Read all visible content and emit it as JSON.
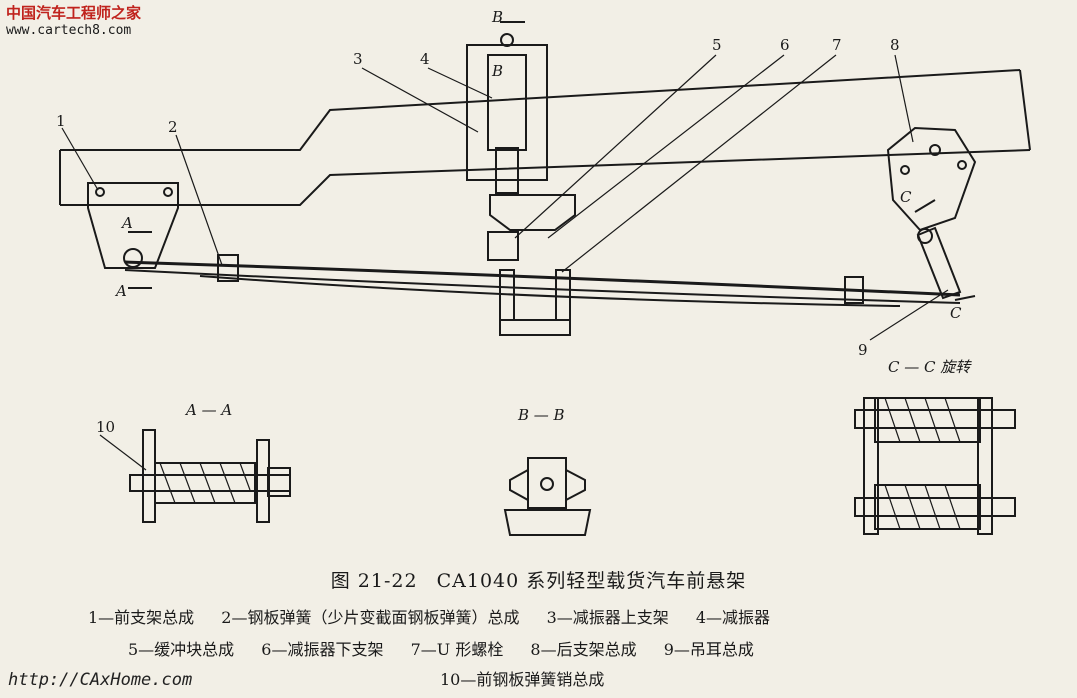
{
  "watermark": {
    "cn": "中国汽车工程师之家",
    "url": "www.cartech8.com",
    "bottom_url": "http://CAxHome.com"
  },
  "callouts": [
    "1",
    "2",
    "3",
    "4",
    "5",
    "6",
    "7",
    "8",
    "9",
    "10"
  ],
  "sections": {
    "aa": "A — A",
    "bb": "B — B",
    "cc": "C — C 旋转",
    "a": "A",
    "b": "B",
    "c": "C"
  },
  "figure": {
    "number": "图 21-22",
    "title": "CA1040 系列轻型载货汽车前悬架"
  },
  "legend": [
    [
      "1—前支架总成",
      "2—钢板弹簧（少片变截面钢板弹簧）总成",
      "3—减振器上支架",
      "4—减振器"
    ],
    [
      "5—缓冲块总成",
      "6—减振器下支架",
      "7—U 形螺栓",
      "8—后支架总成",
      "9—吊耳总成"
    ],
    [
      "10—前钢板弹簧销总成"
    ]
  ]
}
